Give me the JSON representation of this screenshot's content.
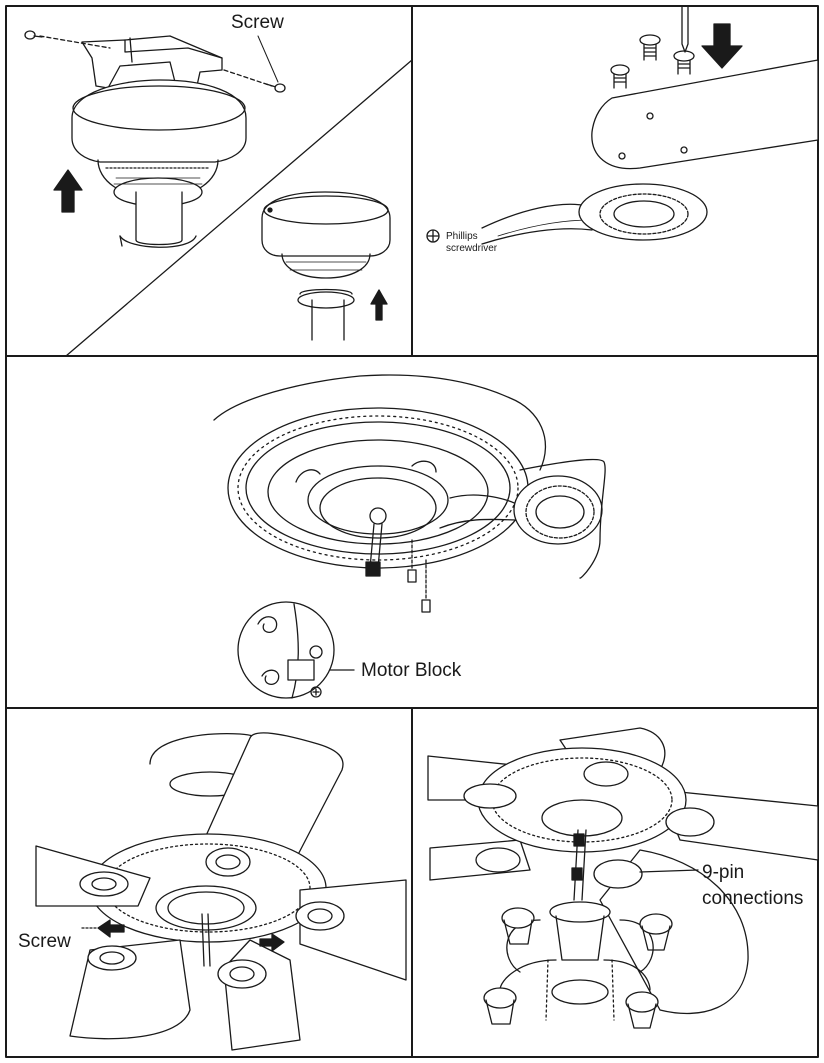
{
  "labels": {
    "p1_screw": "Screw",
    "p2_tool_line1": "Phillips",
    "p2_tool_line2": "screwdriver",
    "p3_motor_block": "Motor Block",
    "p4_screw": "Screw",
    "p5_pins_line1": "9-pin",
    "p5_pins_line2": "connections"
  },
  "icons": {
    "tool_symbol": "phillips-head-symbol",
    "direction_arrows": "black-arrow"
  },
  "colors": {
    "line": "#1a1a1a",
    "background": "#ffffff",
    "fill_light": "#f2f2f2"
  }
}
